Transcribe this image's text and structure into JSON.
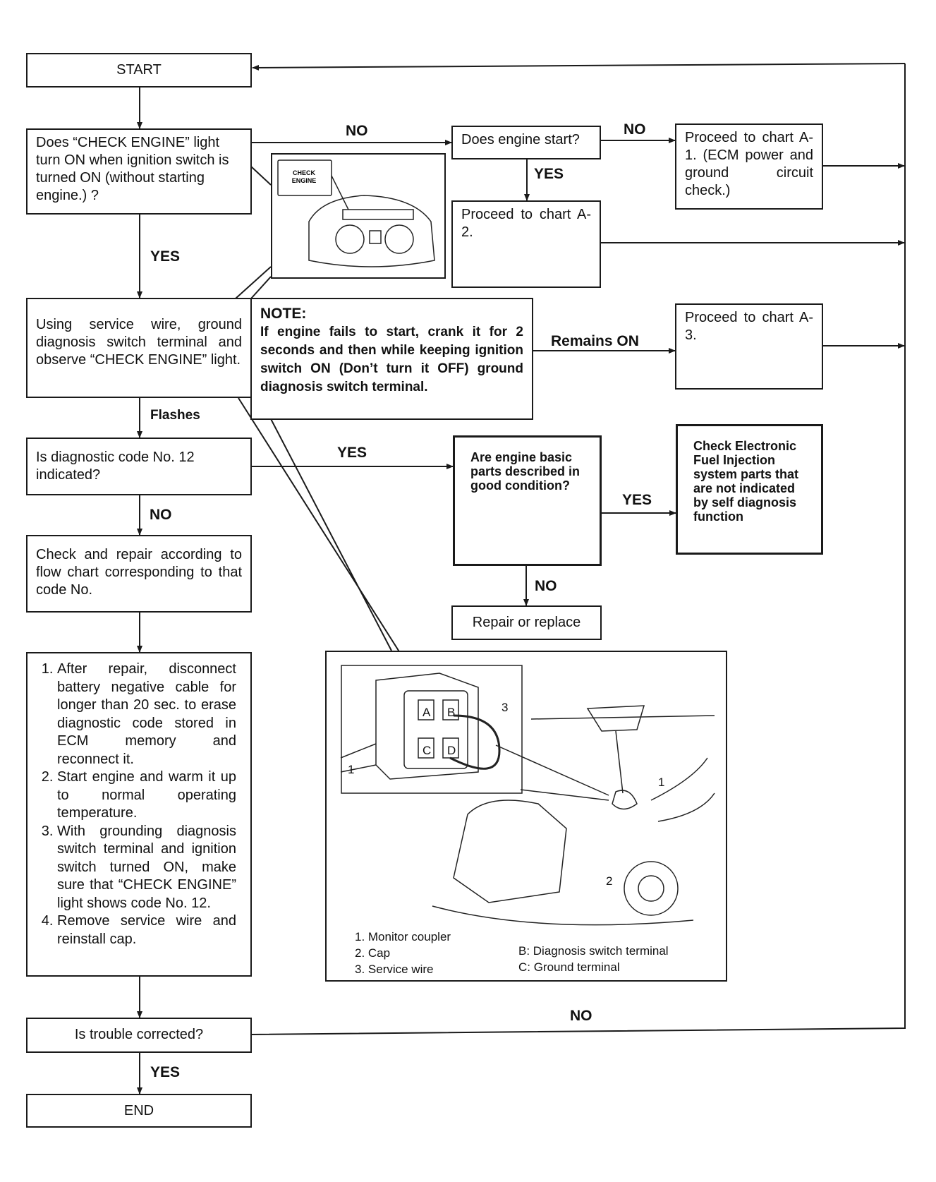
{
  "boxes": {
    "start": "START",
    "q_check_engine": "Does “CHECK ENGINE” light turn ON when ignition switch is turned ON (without starting engine.) ?",
    "q_engine_start": "Does engine start?",
    "chart_a1": "Proceed to chart A-1. (ECM power and ground circuit check.)",
    "chart_a2": "Proceed to chart A-2.",
    "service_wire": "Using service wire, ground diagnosis switch terminal and observe “CHECK ENGINE” light.",
    "note_title": "NOTE:",
    "note_text": "If engine fails to start, crank it for 2 seconds and then while keeping ignition switch ON (Don’t turn it OFF) ground diagnosis switch terminal.",
    "chart_a3": "Proceed to chart A-3.",
    "q_code12": "Is diagnostic code No. 12 indicated?",
    "q_basic_parts": "Are engine basic parts described in good condition?",
    "check_efi": "Check Electronic Fuel Injection system parts that are not indicated by self diagnosis function",
    "check_repair": "Check and repair according to flow chart corresponding to that code No.",
    "repair_replace": "Repair or replace",
    "steps": [
      "After repair, disconnect battery negative cable for longer than 20 sec. to erase diagnostic code stored in ECM memory and reconnect it.",
      "Start engine and warm it up to normal operating temperature.",
      "With grounding diagnosis switch terminal and ignition switch turned ON, make sure that “CHECK ENGINE” light shows code No. 12.",
      "Remove service wire and reinstall cap."
    ],
    "q_corrected": "Is trouble corrected?",
    "end": "END"
  },
  "labels": {
    "no_1": "NO",
    "no_2": "NO",
    "yes_engine_start": "YES",
    "yes_check_engine": "YES",
    "remains_on": "Remains ON",
    "flashes": "Flashes",
    "yes_code12": "YES",
    "no_code12": "NO",
    "yes_basic_parts": "YES",
    "no_basic_parts": "NO",
    "no_corrected": "NO",
    "yes_corrected": "YES"
  },
  "figures": {
    "dash_panel_text_1": "CHECK",
    "dash_panel_text_2": "ENGINE",
    "coupler_callout_1": "1",
    "coupler_callout_2": "2",
    "coupler_callout_3": "3",
    "terminal_a": "A",
    "terminal_b": "B",
    "terminal_c": "C",
    "terminal_d": "D",
    "legend": [
      "1. Monitor coupler",
      "2. Cap",
      "3. Service wire",
      "B: Diagnosis switch terminal",
      "C: Ground terminal"
    ]
  }
}
